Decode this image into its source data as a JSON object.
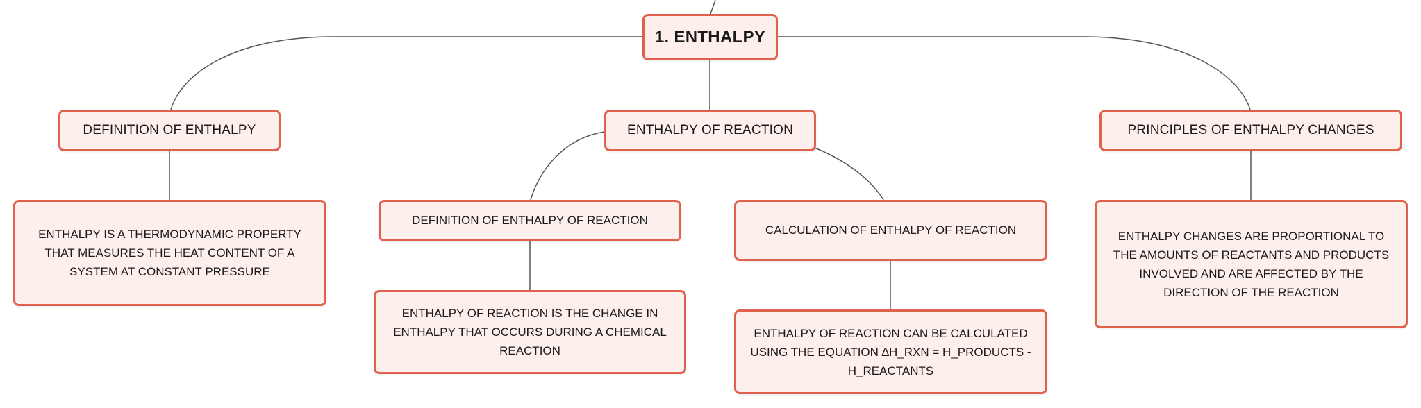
{
  "root": {
    "label": "1. ENTHALPY"
  },
  "branches": [
    {
      "label": "DEFINITION OF ENTHALPY",
      "detail": "ENTHALPY IS A THERMODYNAMIC PROPERTY THAT MEASURES THE HEAT CONTENT OF A SYSTEM AT CONSTANT PRESSURE"
    },
    {
      "label": "ENTHALPY OF REACTION",
      "children": [
        {
          "label": "DEFINITION OF ENTHALPY OF REACTION",
          "detail": "ENTHALPY OF REACTION IS THE CHANGE IN ENTHALPY THAT OCCURS DURING A CHEMICAL REACTION"
        },
        {
          "label": "CALCULATION OF ENTHALPY OF REACTION",
          "detail": "ENTHALPY OF REACTION CAN BE CALCULATED USING THE EQUATION ∆H_RXN = H_PRODUCTS - H_REACTANTS"
        }
      ]
    },
    {
      "label": "PRINCIPLES OF ENTHALPY CHANGES",
      "detail": "ENTHALPY CHANGES ARE PROPORTIONAL TO THE AMOUNTS OF REACTANTS AND PRODUCTS INVOLVED AND ARE AFFECTED BY THE DIRECTION OF THE REACTION"
    }
  ],
  "colors": {
    "node_border": "#e0614c",
    "node_fill": "#fdf0ec",
    "connector": "#555555"
  }
}
